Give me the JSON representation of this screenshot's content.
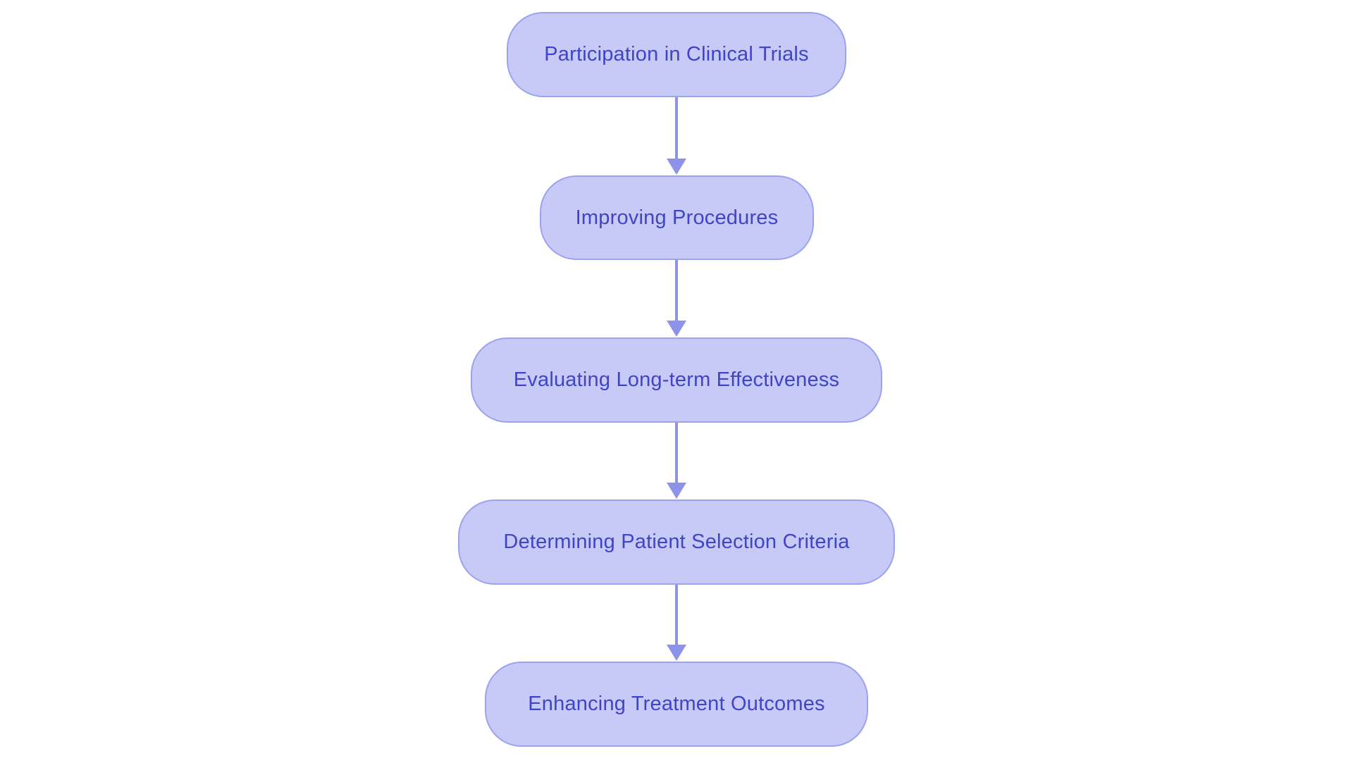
{
  "diagram": {
    "type": "flowchart",
    "direction": "top-down",
    "colors": {
      "background": "#ffffff",
      "node_fill": "#c7caf7",
      "node_border": "#9ba3ee",
      "node_text": "#4044c6",
      "arrow": "#8c93e8"
    },
    "nodes": [
      {
        "label": "Participation in Clinical Trials"
      },
      {
        "label": "Improving Procedures"
      },
      {
        "label": "Evaluating Long-term Effectiveness"
      },
      {
        "label": "Determining Patient Selection Criteria"
      },
      {
        "label": "Enhancing Treatment Outcomes"
      }
    ],
    "edges": [
      {
        "from": 0,
        "to": 1
      },
      {
        "from": 1,
        "to": 2
      },
      {
        "from": 2,
        "to": 3
      },
      {
        "from": 3,
        "to": 4
      }
    ]
  }
}
